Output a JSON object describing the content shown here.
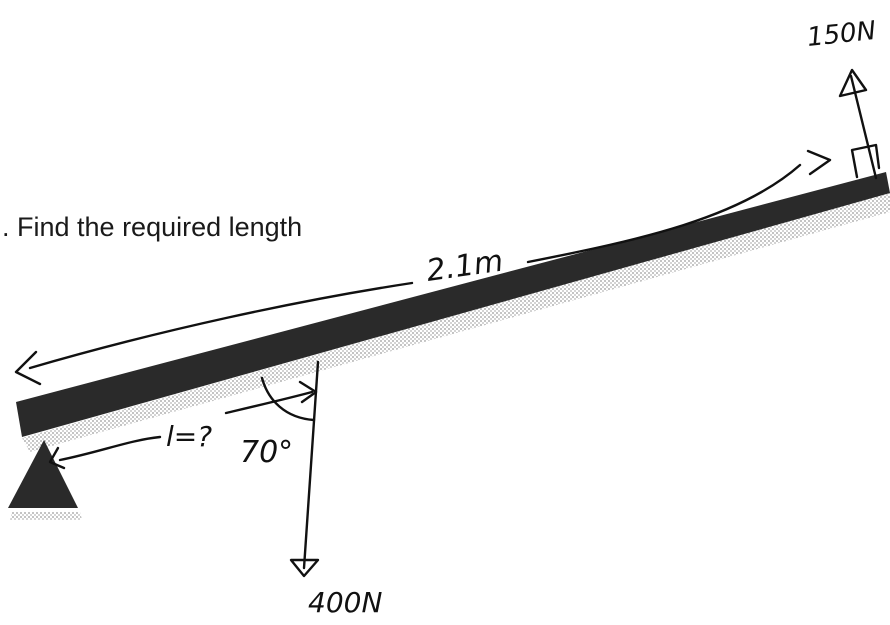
{
  "problem_text": ". Find the required length",
  "labels": {
    "beam_length": "2.1m",
    "unknown_distance": "l=?",
    "angle": "70°",
    "force_up": "150N",
    "force_down": "400N"
  }
}
